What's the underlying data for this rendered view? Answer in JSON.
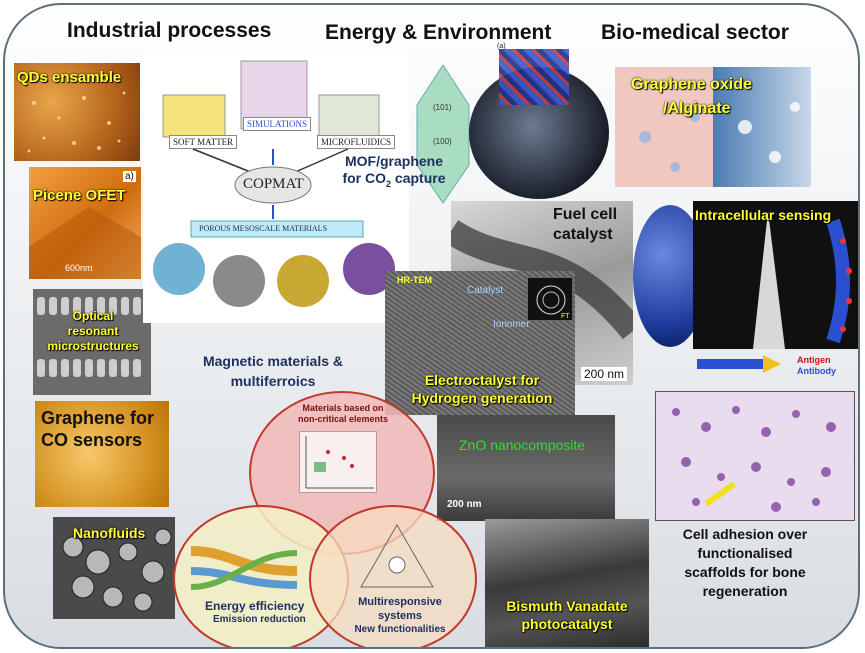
{
  "headers": {
    "industrial": "Industrial processes",
    "energy": "Energy & Environment",
    "bio": "Bio-medical sector"
  },
  "panels": {
    "qds": "QDs ensamble",
    "picene": "Picene OFET",
    "picene_scale": "600nm",
    "picene_tag": "a)",
    "optical_1": "Optical",
    "optical_2": "resonant",
    "optical_3": "microstructures",
    "graphene_co_1": "Graphene for",
    "graphene_co_2": "CO  sensors",
    "nanofluids": "Nanofluids",
    "mof_1": "MOF/graphene",
    "mof_2": "for CO",
    "mof_sub": "2",
    "mof_3": " capture",
    "mof_face_1": "(101)",
    "mof_face_2": "(100)",
    "mof_corner": "(a)",
    "fuel_1": "Fuel cell",
    "fuel_2": "catalyst",
    "fuel_scale": "200 nm",
    "hrtem": "HR-TEM",
    "catalyst": "Catalyst",
    "ionomer": "Ionomer",
    "fft": "FT",
    "electro_1": "Electroctalyst for",
    "electro_2": "Hydrogen generation",
    "zno": "ZnO nanocomposite",
    "zno_scale": "200 nm",
    "bismuth_1": "Bismuth Vanadate",
    "bismuth_2": "photocatalyst",
    "go_1": "Graphene oxide",
    "go_2": "/Alginate",
    "intracell": "Intracellular sensing",
    "antigen": "Antigen",
    "antibody": "Antibody",
    "cell_1": "Cell adhesion over",
    "cell_2": "functionalised",
    "cell_3": "scaffolds for bone",
    "cell_4": "regeneration",
    "magnetic_1": "Magnetic materials &",
    "magnetic_2": "multiferroics"
  },
  "copmat": {
    "soft_matter": "SOFT MATTER",
    "simulations": "SIMULATIONS",
    "microfluidics": "MICROFLUIDICS",
    "center": "COPMAT",
    "banner": "POROUS MESOSCALE MATERIALS"
  },
  "venn": {
    "top_1": "Materials based on",
    "top_2": "non-critical elements",
    "left_1": "Energy efficiency",
    "left_2": "Emission reduction",
    "right_1": "Multiresponsive systems",
    "right_2": "New functionalities",
    "colors": {
      "top": "#f2b8b8",
      "left": "#f3f0c4",
      "right": "#f7dcc0"
    }
  },
  "colors": {
    "label": "#ffff33",
    "frame": "#5b6f7e",
    "header": "#111111"
  }
}
